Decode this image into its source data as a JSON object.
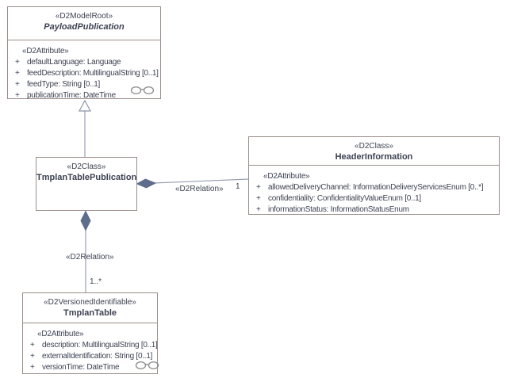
{
  "diagram": {
    "background": "#ffffff",
    "colors": {
      "box_border": "#9a8e8a",
      "text": "#3d4252",
      "connector_line": "#97a0b2",
      "diamond_fill": "#5f6d8c"
    }
  },
  "classes": {
    "payload": {
      "stereotype": "«D2ModelRoot»",
      "name": "PayloadPublication",
      "attr_header": "«D2Attribute»",
      "attributes": [
        {
          "vis": "+",
          "text": "defaultLanguage: Language"
        },
        {
          "vis": "+",
          "text": "feedDescription: MultilingualString [0..1]"
        },
        {
          "vis": "+",
          "text": "feedType: String [0..1]"
        },
        {
          "vis": "+",
          "text": "publicationTime: DateTime"
        }
      ]
    },
    "tmplanTablePublication": {
      "stereotype": "«D2Class»",
      "name": "TmplanTablePublication"
    },
    "headerInformation": {
      "stereotype": "«D2Class»",
      "name": "HeaderInformation",
      "attr_header": "«D2Attribute»",
      "attributes": [
        {
          "vis": "+",
          "text": "allowedDeliveryChannel: InformationDeliveryServicesEnum [0..*]"
        },
        {
          "vis": "+",
          "text": "confidentiality: ConfidentialityValueEnum [0..1]"
        },
        {
          "vis": "+",
          "text": "informationStatus: InformationStatusEnum"
        }
      ]
    },
    "tmplanTable": {
      "stereotype": "«D2VersionedIdentifiable»",
      "name": "TmplanTable",
      "attr_header": "«D2Attribute»",
      "attributes": [
        {
          "vis": "+",
          "text": "description: MultilingualString [0..1]"
        },
        {
          "vis": "+",
          "text": "externalIdentification: String [0..1]"
        },
        {
          "vis": "+",
          "text": "versionTime: DateTime"
        }
      ]
    }
  },
  "relations": {
    "headerRelation": {
      "stereotype": "«D2Relation»",
      "multiplicity": "1"
    },
    "tableRelation": {
      "stereotype": "«D2Relation»",
      "multiplicity": "1..*"
    }
  }
}
